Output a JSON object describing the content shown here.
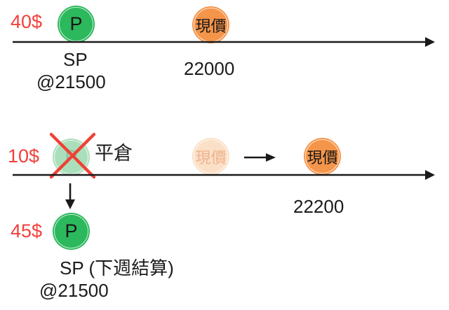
{
  "colors": {
    "green": "#2cb85c",
    "green_faded": "#abdfbb",
    "orange": "#f5954a",
    "orange_faded": "#fbe0c8",
    "red_accent": "#f2403b",
    "axis_black": "#1a1a1a"
  },
  "scenario1": {
    "premium": "40$",
    "put_badge": "P",
    "put_label_line1": "SP",
    "put_label_line2": "@21500",
    "price_badge": "現價",
    "price_value": "22000"
  },
  "scenario2": {
    "close_premium": "10$",
    "closed_put_badge": "P",
    "close_label": "平倉",
    "old_price_badge": "現價",
    "new_price_badge": "現價",
    "price_value": "22200",
    "new_premium": "45$",
    "new_put_badge": "P",
    "new_put_label_line1": "SP (下週結算)",
    "new_put_label_line2": "@21500"
  }
}
